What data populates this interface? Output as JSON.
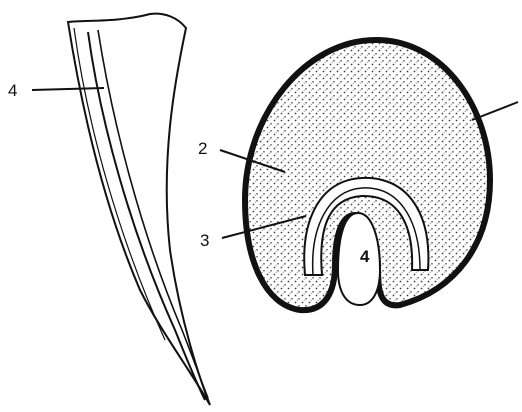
{
  "labels": {
    "left_diagram": "4",
    "right_2": "2",
    "right_3": "3",
    "right_4": "4"
  },
  "colors": {
    "ink": "#111111",
    "stipple": "#444444",
    "paper": "#ffffff"
  }
}
